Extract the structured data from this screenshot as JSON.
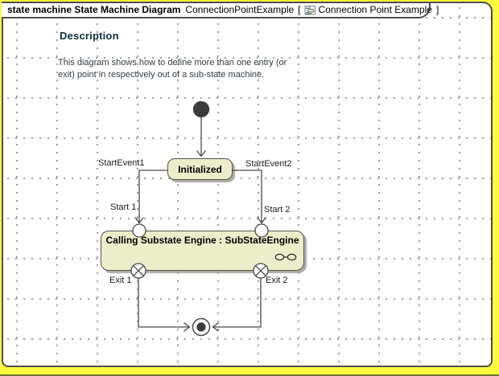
{
  "title": {
    "keyword_bold": "state machine State Machine Diagram",
    "name": "ConnectionPointExample",
    "bracket_open": "[",
    "icon": "state-machine-diagram-icon",
    "diagram_label": "Connection Point Example",
    "bracket_close": "]"
  },
  "description": {
    "heading": "Description",
    "lines": [
      "This diagram shows how to define more than one entry (or",
      "exit) point in respectively out of a sub-state machine."
    ]
  },
  "diagram": {
    "states": {
      "initialized": {
        "label": "Initialized"
      },
      "substate": {
        "label": "Calling Substate Engine : SubStateEngine"
      }
    },
    "labels": {
      "start_event1": "StartEvent1",
      "start_event2": "StartEvent2",
      "start1": "Start 1",
      "start2": "Start 2",
      "exit1": "Exit 1",
      "exit2": "Exit 2"
    },
    "nodes": {
      "initial": "initial-state",
      "final": "final-state",
      "entry_points": [
        "Start 1",
        "Start 2"
      ],
      "exit_points": [
        "Exit 1",
        "Exit 2"
      ],
      "submachine_indicator": "submachine-icon"
    },
    "colors": {
      "state_fill": "#ECEDC9",
      "state_border": "#55554B",
      "connector": "#4A4A4A",
      "grid_dot": "#8E8E8E",
      "frame_border": "#4E4E4E",
      "canvas_yellow": "#FCFC3D",
      "heading_text": "#0B2F38"
    }
  }
}
